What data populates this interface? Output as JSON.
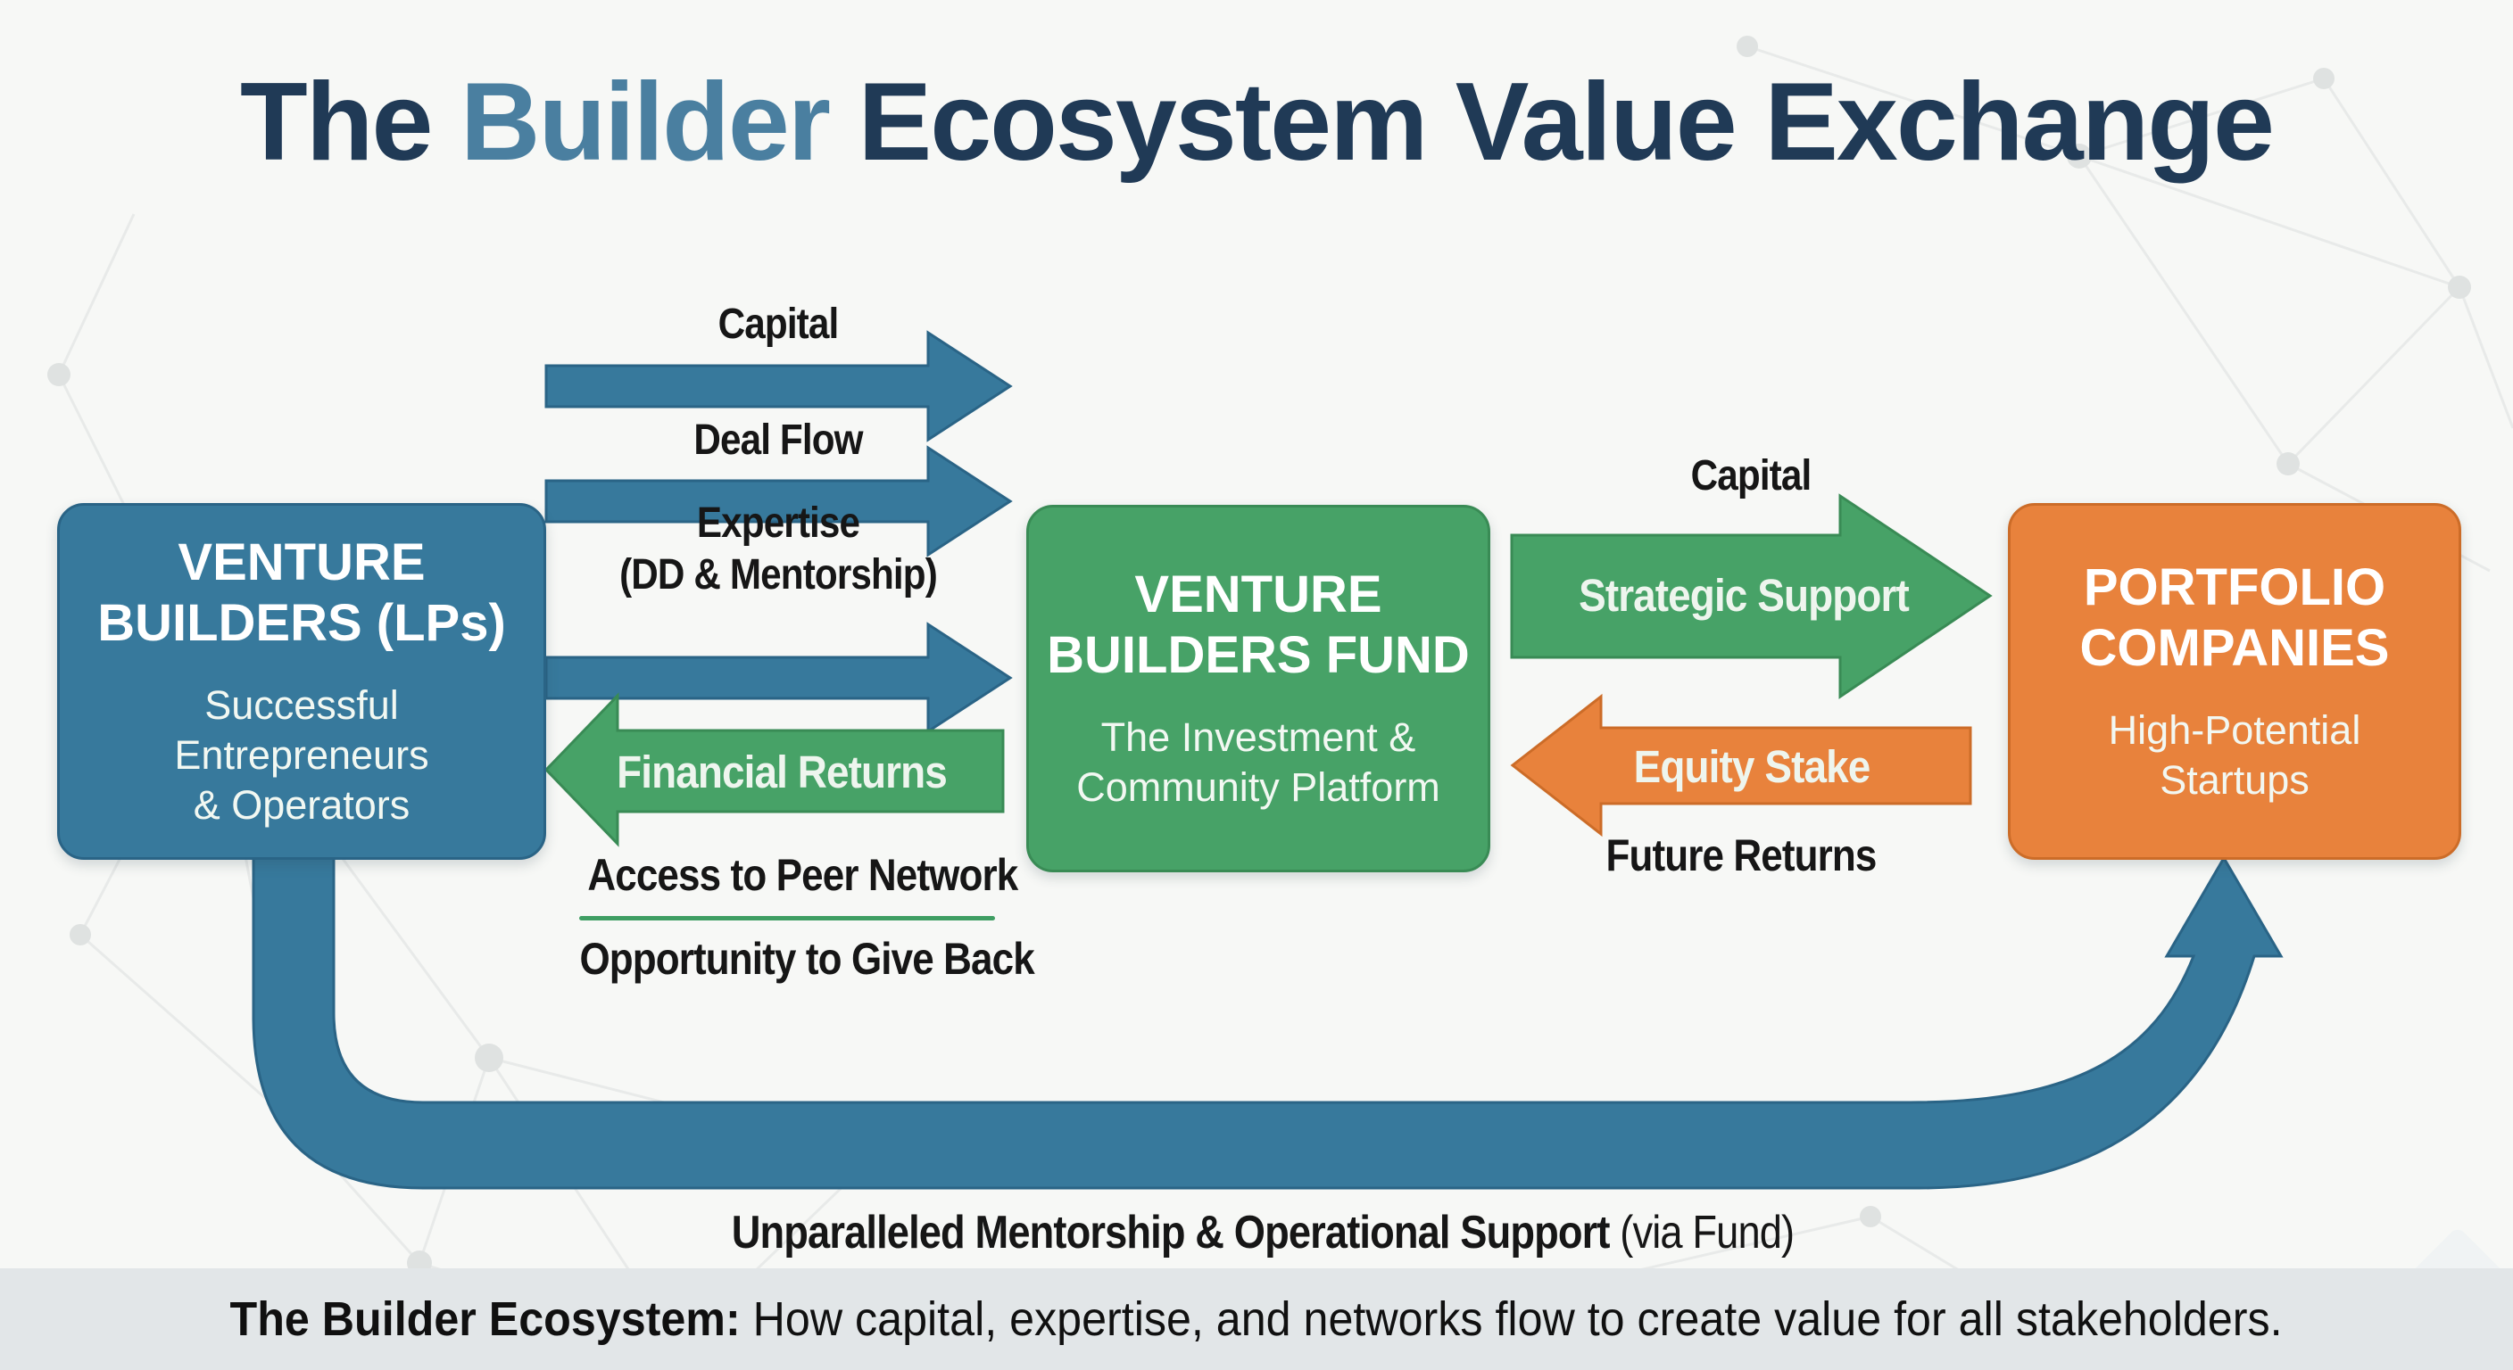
{
  "colors": {
    "bg": "#f7f8f6",
    "blue": "#37799c",
    "blueBorder": "#2a6486",
    "green": "#47a267",
    "greenBorder": "#398b55",
    "orange": "#e8823c",
    "orangeBorder": "#cc6c28",
    "navy": "#203a56",
    "steel": "#4a7fa0",
    "ink": "#161616",
    "arrowText": "#eef5ee",
    "underline": "#3f9e63",
    "footerBg": "#e2e6e8",
    "mesh": "#e8eae9",
    "meshNode": "#dfe2e1"
  },
  "title": {
    "pre": "The ",
    "brand": "Builder",
    "post": " Ecosystem Value Exchange"
  },
  "boxes": {
    "lps": {
      "title1": "VENTURE",
      "title2": "BUILDERS (LPs)",
      "sub1": "Successful",
      "sub2": "Entrepreneurs",
      "sub3": "& Operators"
    },
    "fund": {
      "title1": "VENTURE",
      "title2": "BUILDERS FUND",
      "sub1": "The Investment &",
      "sub2": "Community Platform"
    },
    "portfolio": {
      "title1": "PORTFOLIO",
      "title2": "COMPANIES",
      "sub1": "High-Potential",
      "sub2": "Startups"
    }
  },
  "flows": {
    "lp_to_fund": {
      "arrow1": "Capital",
      "arrow2": "Deal Flow",
      "arrow3_line1": "Expertise",
      "arrow3_line2": "(DD & Mentorship)"
    },
    "fund_to_lp": {
      "arrow": "Financial Returns",
      "extra1": "Access to Peer Network",
      "extra2": "Opportunity to Give Back"
    },
    "fund_to_portfolio": {
      "above": "Capital",
      "arrow": "Strategic Support"
    },
    "portfolio_to_fund": {
      "arrow": "Equity Stake",
      "below": "Future Returns"
    },
    "lp_to_portfolio": {
      "bold": "Unparalleled Mentorship & Operational Support",
      "regular": " (via Fund)"
    }
  },
  "footer": {
    "bold": "The Builder Ecosystem:",
    "text": " How capital, expertise, and networks flow to create value for all stakeholders."
  }
}
